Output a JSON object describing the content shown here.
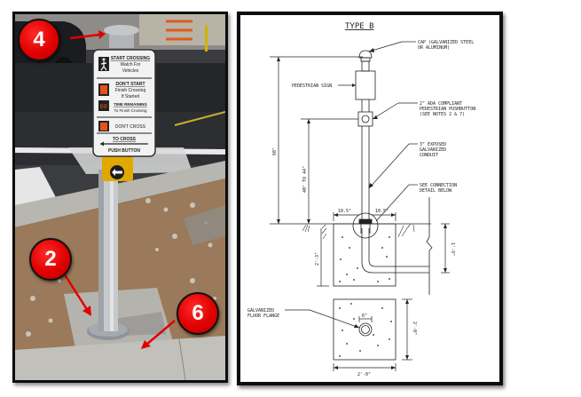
{
  "photo": {
    "callouts": [
      {
        "id": "4",
        "label": "4",
        "points_to": "pole cap"
      },
      {
        "id": "2",
        "label": "2",
        "points_to": "pole base flange"
      },
      {
        "id": "6",
        "label": "6",
        "points_to": "concrete pad edge"
      }
    ],
    "sign": {
      "row1_title": "START CROSSING",
      "row1_line2": "Watch For",
      "row1_line3": "Vehicles",
      "row2_title": "DON'T START",
      "row2_line2": "Finish Crossing",
      "row2_line3": "If Started",
      "row3_title": "TIME REMAINING",
      "row3_line2": "To Finish Crossing",
      "row4_title": "DON'T CROSS",
      "row5_line1": "TO CROSS",
      "row5_line2": "PUSH BUTTON"
    },
    "colors": {
      "callout_red": "#e00000",
      "pushbutton_yellow": "#e0a800",
      "hand_orange": "#e8501c"
    }
  },
  "drawing": {
    "title": "TYPE B",
    "labels": {
      "cap": "CAP (GALVANIZED STEEL",
      "cap2": "OR ALUMINUM)",
      "sign": "PEDESTRIAN SIGN",
      "button1": "2\" ADA COMPLIANT",
      "button2": "PEDESTRIAN PUSHBUTTON",
      "button3": "(SEE NOTES 2 & 7)",
      "conduit1": "3\" EXPOSED",
      "conduit2": "GALVANIZED",
      "conduit3": "CONDUIT",
      "conn1": "SEE CONNECTION",
      "conn2": "DETAIL BELOW",
      "flange1": "GALVANIZED",
      "flange2": "FLOOR FLANGE"
    },
    "dimensions": {
      "total_height": "60\"",
      "button_height": "40\" TO 44\"",
      "left_offset": "10.5\"",
      "right_offset": "10.5\"",
      "footing_depth": "2'-3\"",
      "conduit_depth": "1'-9\"",
      "flange_dia": "6\"",
      "pad_width": "2'-0\"",
      "pad_depth": "2'-0\""
    }
  }
}
